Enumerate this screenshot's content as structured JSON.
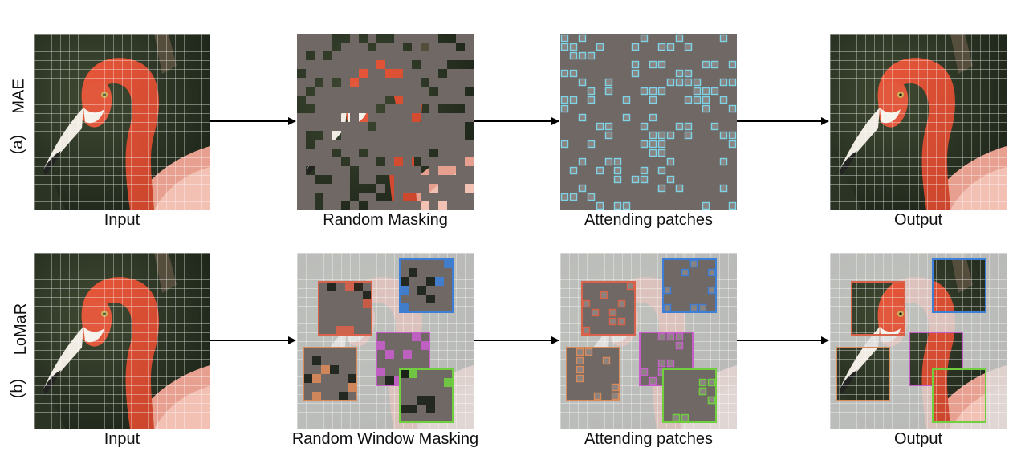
{
  "rows": [
    {
      "id": "a",
      "letter": "(a)",
      "method": "MAE",
      "labels": [
        "Input",
        "Random Masking",
        "Attending patches",
        "Output"
      ]
    },
    {
      "id": "b",
      "letter": "(b)",
      "method": "LoMaR",
      "labels": [
        "Input",
        "Random Window Masking",
        "Attending patches",
        "Output"
      ]
    }
  ],
  "colors": {
    "mask_gray": "#6f6865",
    "attend_cyan": "#7fd3e6",
    "window_red": "#d9624a",
    "window_blue": "#3d7fd6",
    "window_magenta": "#c65fc9",
    "window_green": "#6fcf3f",
    "window_orange": "#d98a5a",
    "arrow": "#000000"
  },
  "icons": {
    "arrow": "right-arrow-icon"
  }
}
